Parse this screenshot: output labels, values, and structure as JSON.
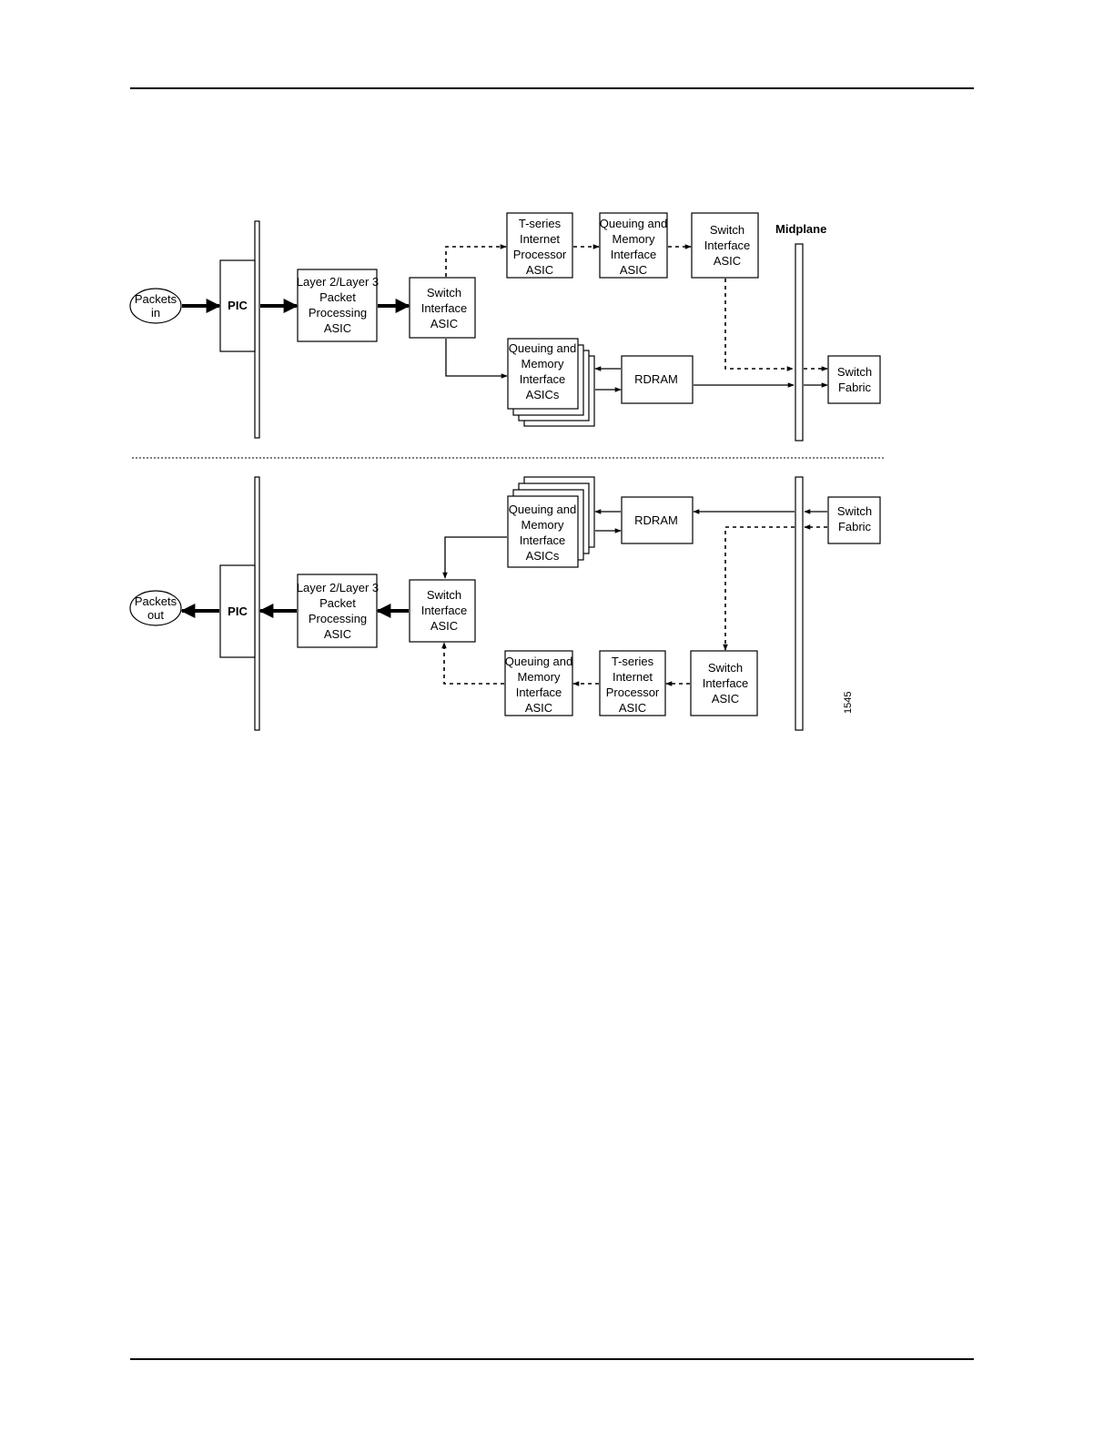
{
  "diagram": {
    "midplane_label": "Midplane",
    "figure_number": "1545",
    "ingress": {
      "packets_in": [
        "Packets",
        "in"
      ],
      "pic": "PIC",
      "l2l3": [
        "Layer 2/Layer 3",
        "Packet",
        "Processing",
        "ASIC"
      ],
      "switch_if": [
        "Switch",
        "Interface",
        "ASIC"
      ],
      "tseries": [
        "T-series",
        "Internet",
        "Processor",
        "ASIC"
      ],
      "qmi": [
        "Queuing and",
        "Memory",
        "Interface",
        "ASIC"
      ],
      "switch_if2": [
        "Switch",
        "Interface",
        "ASIC"
      ],
      "qmi_stack": [
        "Queuing and",
        "Memory",
        "Interface",
        "ASICs"
      ],
      "rdram": "RDRAM",
      "fabric": [
        "Switch",
        "Fabric"
      ]
    },
    "egress": {
      "packets_out": [
        "Packets",
        "out"
      ],
      "pic": "PIC",
      "l2l3": [
        "Layer 2/Layer 3",
        "Packet",
        "Processing",
        "ASIC"
      ],
      "switch_if": [
        "Switch",
        "Interface",
        "ASIC"
      ],
      "qmi_stack": [
        "Queuing and",
        "Memory",
        "Interface",
        "ASICs"
      ],
      "rdram": "RDRAM",
      "fabric": [
        "Switch",
        "Fabric"
      ],
      "qmi": [
        "Queuing and",
        "Memory",
        "Interface",
        "ASIC"
      ],
      "tseries": [
        "T-series",
        "Internet",
        "Processor",
        "ASIC"
      ],
      "switch_if2": [
        "Switch",
        "Interface",
        "ASIC"
      ]
    }
  }
}
